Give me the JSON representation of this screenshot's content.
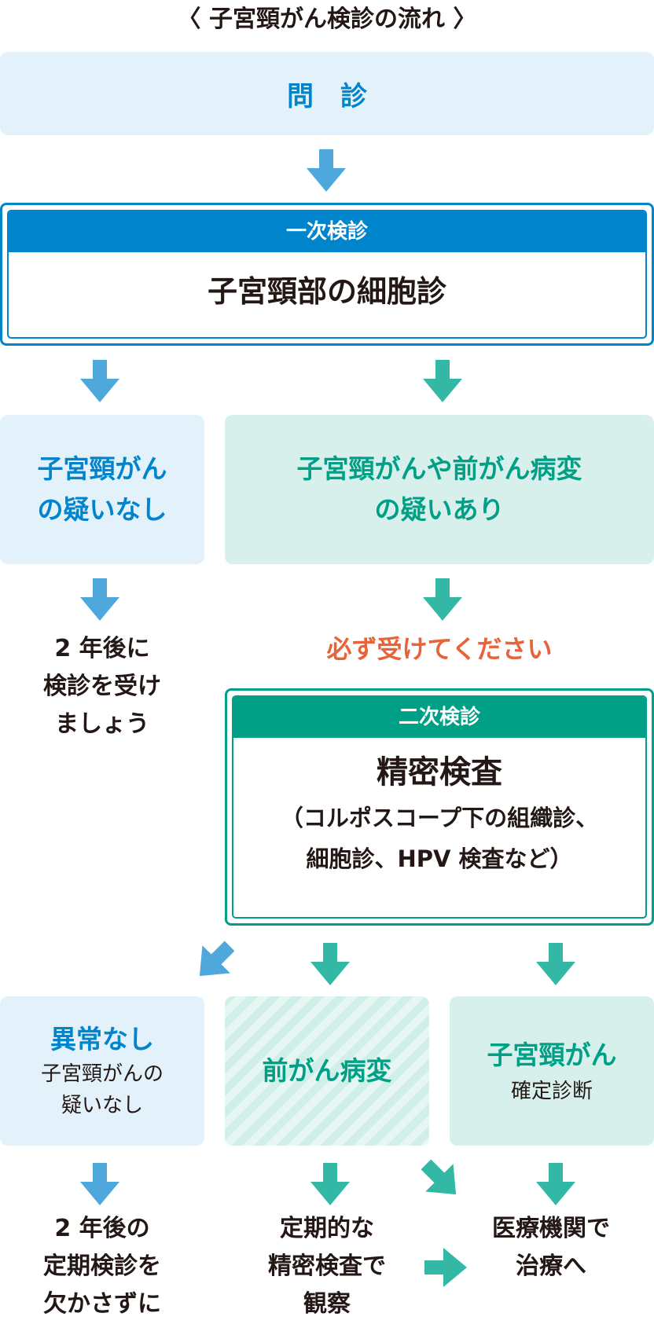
{
  "title": "〈 子宮頸がん検診の流れ 〉",
  "colors": {
    "blue": "#0085cc",
    "blue_arrow": "#4fa8dc",
    "green": "#00a086",
    "green_arrow": "#33b8a5",
    "orange": "#e8633a",
    "blue_bg": "#e3f2fa",
    "green_bg": "#d8f0eb",
    "text": "#231815"
  },
  "steps": {
    "interview": "問　診",
    "primary": {
      "header": "一次検診",
      "body": "子宮頸部の細胞診"
    },
    "negative": {
      "line1": "子宮頸がん",
      "line2": "の疑いなし"
    },
    "suspected": {
      "line1": "子宮頸がんや前がん病変",
      "line2": "の疑いあり"
    },
    "negative_action": {
      "line1": "2 年後に",
      "line2": "検診を受け",
      "line3": "ましょう"
    },
    "must_take": "必ず受けてください",
    "secondary": {
      "header": "二次検診",
      "title": "精密検査",
      "detail1": "（コルポスコープ下の組織診、",
      "detail2": "細胞診、HPV 検査など）"
    },
    "result_normal": {
      "title": "異常なし",
      "line1": "子宮頸がんの",
      "line2": "疑いなし"
    },
    "result_precancer": {
      "title": "前がん病変"
    },
    "result_cancer": {
      "title": "子宮頸がん",
      "line1": "確定診断"
    },
    "action_normal": {
      "line1": "2 年後の",
      "line2": "定期検診を",
      "line3": "欠かさずに"
    },
    "action_precancer": {
      "line1": "定期的な",
      "line2": "精密検査で",
      "line3": "観察"
    },
    "action_cancer": {
      "line1": "医療機関で",
      "line2": "治療へ"
    }
  }
}
